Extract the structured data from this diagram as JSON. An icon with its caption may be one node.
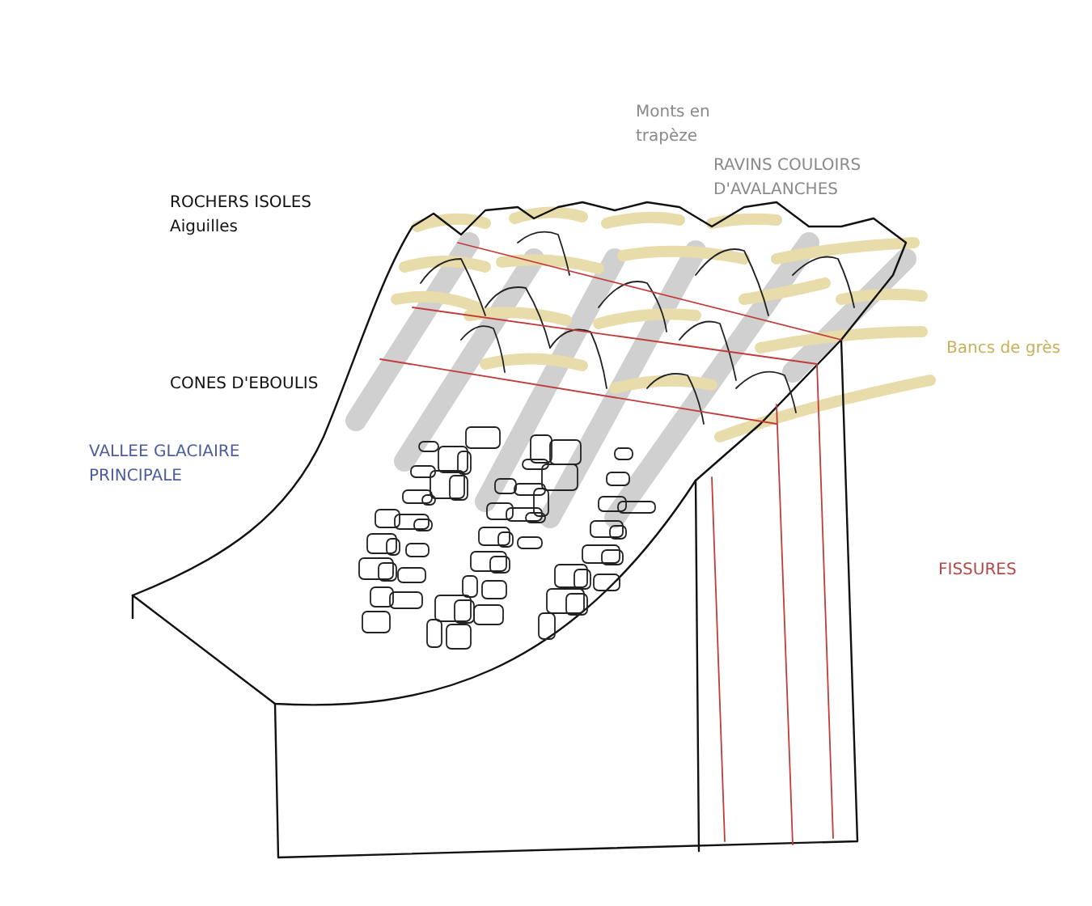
{
  "diagram": {
    "labels": [
      "Monts en trapèze",
      "RAVINS COULOIRS D'AVALANCHES",
      "ROCHERS ISOLES",
      "Aiguilles",
      "Bancs de grès",
      "CONES D'EBOULIS",
      "VALLEE GLACIAIRE PRINCIPALE",
      "FISSURES"
    ]
  }
}
